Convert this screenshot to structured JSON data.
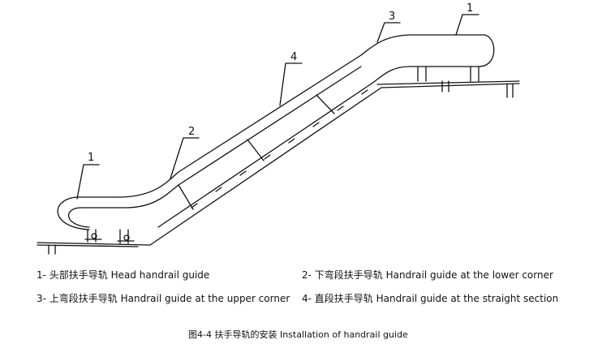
{
  "callouts": {
    "head_left": "1",
    "lower_corner": "2",
    "straight": "4",
    "upper_corner": "3",
    "head_right": "1"
  },
  "legend": {
    "item1": "1- 头部扶手导轨 Head handrail guide",
    "item2": "2- 下弯段扶手导轨 Handrail guide at the lower corner",
    "item3": "3- 上弯段扶手导轨 Handrail guide at the upper corner",
    "item4": "4- 直段扶手导轨 Handrail guide at the straight section"
  },
  "caption": "图4-4 扶手导轨的安装 Installation of handrail guide"
}
